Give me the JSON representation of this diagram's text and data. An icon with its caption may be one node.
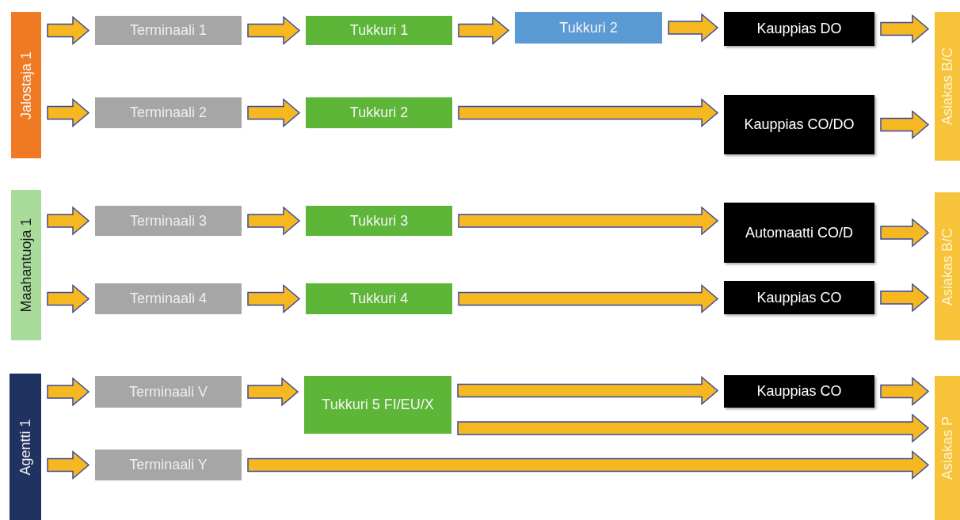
{
  "diagram": {
    "nodes": [
      {
        "text": [
          "Jalostaja 1"
        ]
      },
      {
        "text": [
          "Terminaali 1"
        ]
      },
      {
        "text": [
          "Tukkuri 1"
        ]
      },
      {
        "text": [
          "Tukkuri 2"
        ]
      },
      {
        "text": [
          "Kauppias DO"
        ]
      },
      {
        "text": [
          "Asiakas B/C"
        ]
      },
      {
        "text": [
          "Terminaali 2"
        ]
      },
      {
        "text": [
          "Tukkuri 2"
        ]
      },
      {
        "text": [
          "Kauppias CO/DO"
        ]
      },
      {
        "text": [
          "Maahantuoja 1"
        ]
      },
      {
        "text": [
          "Terminaali 3"
        ]
      },
      {
        "text": [
          "Tukkuri 3"
        ]
      },
      {
        "text": [
          "Automaatti CO/D"
        ]
      },
      {
        "text": [
          "Asiakas B/C"
        ]
      },
      {
        "text": [
          "Terminaali 4"
        ]
      },
      {
        "text": [
          "Tukkuri 4"
        ]
      },
      {
        "text": [
          "Kauppias CO"
        ]
      },
      {
        "text": [
          "Agentti 1"
        ]
      },
      {
        "text": [
          "Terminaali V"
        ]
      },
      {
        "text": [
          "Tukkuri 5 FI/EU/X"
        ]
      },
      {
        "text": [
          "Kauppias CO"
        ]
      },
      {
        "text": [
          "Asiakas P"
        ]
      },
      {
        "text": [
          "Terminaali Y"
        ]
      }
    ],
    "edges": [
      {
        "from": 0,
        "to": 1,
        "arrow": "to"
      },
      {
        "from": 1,
        "to": 2,
        "arrow": "to"
      },
      {
        "from": 2,
        "to": 3,
        "arrow": "to"
      },
      {
        "from": 3,
        "to": 4,
        "arrow": "to"
      },
      {
        "from": 4,
        "to": 5,
        "arrow": "to"
      },
      {
        "from": 0,
        "to": 6,
        "arrow": "to"
      },
      {
        "from": 6,
        "to": 7,
        "arrow": "to"
      },
      {
        "from": 7,
        "to": 8,
        "arrow": "to"
      },
      {
        "from": 8,
        "to": 5,
        "arrow": "to"
      },
      {
        "from": 9,
        "to": 10,
        "arrow": "to"
      },
      {
        "from": 10,
        "to": 11,
        "arrow": "to"
      },
      {
        "from": 11,
        "to": 12,
        "arrow": "to"
      },
      {
        "from": 12,
        "to": 13,
        "arrow": "to"
      },
      {
        "from": 9,
        "to": 14,
        "arrow": "to"
      },
      {
        "from": 14,
        "to": 15,
        "arrow": "to"
      },
      {
        "from": 15,
        "to": 16,
        "arrow": "to"
      },
      {
        "from": 16,
        "to": 13,
        "arrow": "to"
      },
      {
        "from": 17,
        "to": 18,
        "arrow": "to"
      },
      {
        "from": 18,
        "to": 19,
        "arrow": "to"
      },
      {
        "from": 19,
        "to": 20,
        "arrow": "to"
      },
      {
        "from": 20,
        "to": 21,
        "arrow": "to"
      },
      {
        "from": 19,
        "to": 21,
        "arrow": "to"
      },
      {
        "from": 17,
        "to": 22,
        "arrow": "to"
      },
      {
        "from": 22,
        "to": 21,
        "arrow": "to"
      }
    ]
  }
}
